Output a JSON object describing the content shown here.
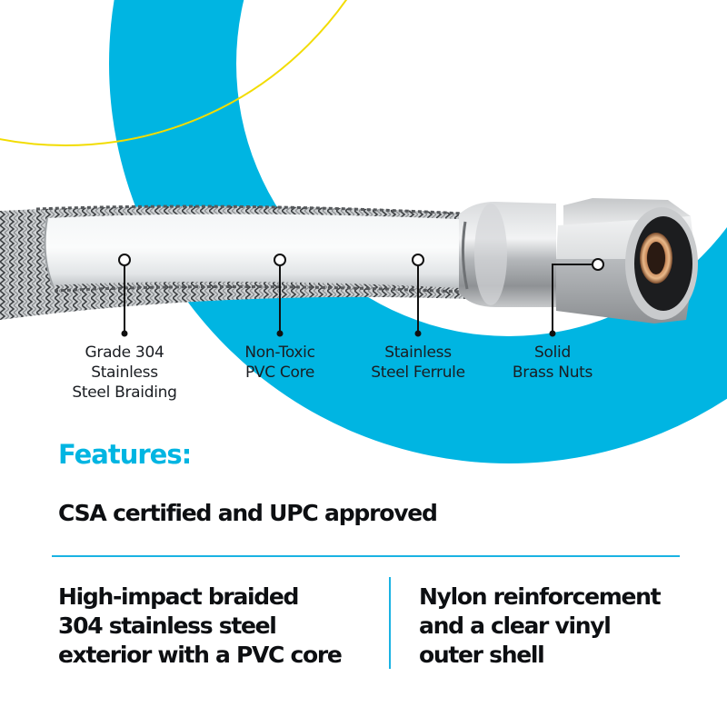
{
  "colors": {
    "accent_blue": "#00b5e2",
    "accent_yellow": "#f2dc00",
    "text_dark": "#0d0f12"
  },
  "product": {
    "subject": "braided stainless steel faucet supply hose with compression nut",
    "icon": "hose-image"
  },
  "callouts": [
    {
      "lines": [
        "Grade 304",
        "Stainless",
        "Steel Braiding"
      ]
    },
    {
      "lines": [
        "Non-Toxic",
        "PVC Core"
      ]
    },
    {
      "lines": [
        "Stainless",
        "Steel Ferrule"
      ]
    },
    {
      "lines": [
        "Solid",
        "Brass Nuts"
      ]
    }
  ],
  "features": {
    "title": "Features:",
    "headline": "CSA certified and UPC approved",
    "columns": [
      {
        "lines": [
          "High-impact braided",
          "304 stainless steel",
          "exterior with a PVC core"
        ]
      },
      {
        "lines": [
          "Nylon reinforcement",
          "and a clear vinyl",
          "outer shell"
        ]
      }
    ]
  }
}
